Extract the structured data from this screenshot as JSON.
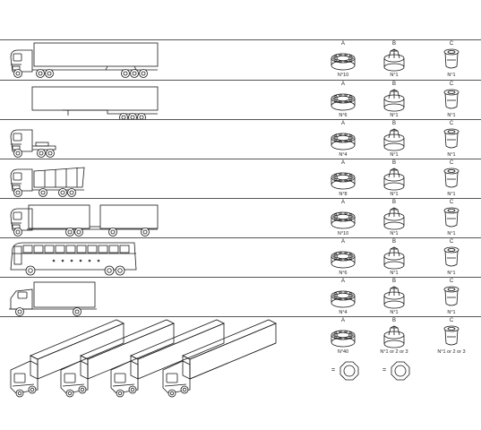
{
  "colors": {
    "line": "#1a1a1a",
    "row_divider": "#555555",
    "background": "#ffffff"
  },
  "columns": [
    {
      "key": "A",
      "letter": "A",
      "icon": "lug-nut-flanged-icon"
    },
    {
      "key": "B",
      "letter": "B",
      "icon": "hex-nut-cap-icon"
    },
    {
      "key": "C",
      "letter": "C",
      "icon": "sleeve-bushing-icon"
    }
  ],
  "rows": [
    {
      "vehicle": "tractor-semi-trailer-truck",
      "counts": [
        "N°10",
        "N°1",
        "N°1"
      ]
    },
    {
      "vehicle": "semi-trailer",
      "counts": [
        "N°6",
        "N°1",
        "N°1"
      ]
    },
    {
      "vehicle": "tractor-unit",
      "counts": [
        "N°4",
        "N°1",
        "N°1"
      ]
    },
    {
      "vehicle": "tipper-dump-truck",
      "counts": [
        "N°8",
        "N°1",
        "N°1"
      ]
    },
    {
      "vehicle": "truck-with-drawbar-trailer",
      "counts": [
        "N°10",
        "N°1",
        "N°1"
      ]
    },
    {
      "vehicle": "coach-bus",
      "counts": [
        "N°6",
        "N°1",
        "N°1"
      ]
    },
    {
      "vehicle": "light-box-truck",
      "counts": [
        "N°4",
        "N°1",
        "N°1"
      ]
    },
    {
      "vehicle": "fleet-of-semi-trucks",
      "counts": [
        "N°40",
        "N°1 or 2 or 3",
        "N°1 or 2 or 3"
      ]
    }
  ],
  "equivalence": {
    "symbol": "="
  }
}
